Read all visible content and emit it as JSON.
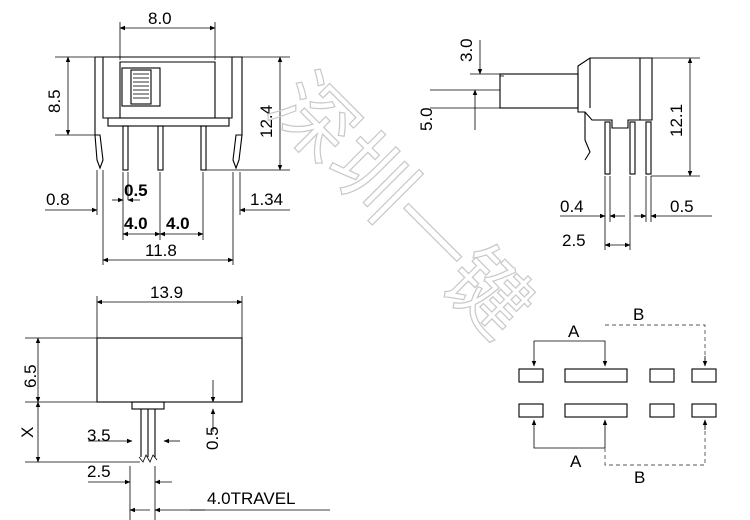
{
  "dimensions": {
    "top_width": "8.0",
    "left_height": "8.5",
    "right_height": "12.4",
    "pin_left_offset": "0.8",
    "pin_width": "0.5",
    "pitch_1": "4.0",
    "pitch_2": "4.0",
    "pin_right_offset": "1.34",
    "overall_width": "11.8",
    "side_knob_height": "3.0",
    "side_knob_width": "5.0",
    "side_height": "12.1",
    "side_pin_width": "0.4",
    "side_pin_gap": "0.5",
    "side_pitch": "2.5",
    "bottom_width": "13.9",
    "bottom_height": "6.5",
    "bottom_x_label": "X",
    "bottom_knob_offset": "0.5",
    "bottom_knob_width": "3.5",
    "bottom_knob_pitch": "2.5",
    "travel": "4.0TRAVEL"
  },
  "pad_layout": {
    "label_a_top": "A",
    "label_b_top": "B",
    "label_a_bottom": "A",
    "label_b_bottom": "B"
  },
  "watermark": "深圳一键"
}
